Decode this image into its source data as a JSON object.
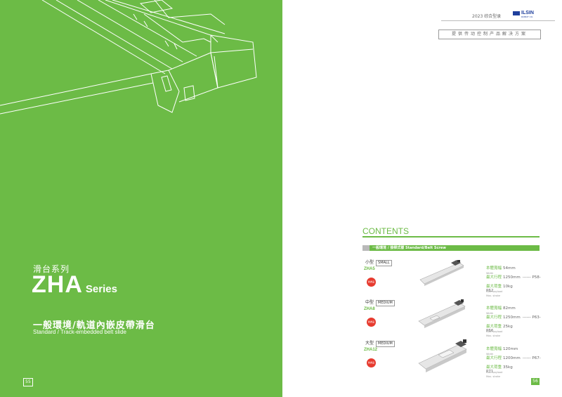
{
  "left_page": {
    "series_cn": "滑台系列",
    "series_name": "ZHA",
    "series_suffix": "Series",
    "title_cn": "一般環境/軌道內嵌皮帶滑台",
    "title_en": "Standard / Track-embedded belt slide",
    "page_number": "55"
  },
  "right_page": {
    "catalog_year": "2023 综合型录",
    "logo_text": "ILSIN",
    "logo_sub": "ROBOT CO.",
    "slogan": "提供传动控制产品解决方案",
    "contents_title": "CONTENTS",
    "section_label": "一般環境 / 接桿式樣 Standard/Belt Screw",
    "page_number": "56",
    "products": [
      {
        "size_cn": "小型",
        "size_en": "SMALL",
        "model": "ZHA5",
        "tag": "新產品",
        "specs": [
          {
            "cn": "本體寬幅",
            "value": "54mm",
            "en": "Width"
          },
          {
            "cn": "最大行程",
            "value": "1250mm",
            "en": "Max. stroke",
            "ref": "------  P58-P62"
          },
          {
            "cn": "最大荷重",
            "value": "10kg",
            "en": "Max. payload"
          }
        ]
      },
      {
        "size_cn": "中型",
        "size_en": "MEDIUM",
        "model": "ZHA8",
        "tag": "新產品",
        "specs": [
          {
            "cn": "本體寬幅",
            "value": "82mm",
            "en": "Width"
          },
          {
            "cn": "最大行程",
            "value": "1250mm",
            "en": "Max. stroke",
            "ref": "------  P63-P66"
          },
          {
            "cn": "最大荷重",
            "value": "25kg",
            "en": "Max. payload"
          }
        ]
      },
      {
        "size_cn": "大型",
        "size_en": "MEDIUM",
        "model": "ZHA12",
        "tag": "新產品",
        "specs": [
          {
            "cn": "本體寬幅",
            "value": "120mm",
            "en": "Width"
          },
          {
            "cn": "最大行程",
            "value": "1200mm",
            "en": "Max. stroke",
            "ref": "------  P67-P71"
          },
          {
            "cn": "最大荷重",
            "value": "35kg",
            "en": "Max. payload"
          }
        ]
      }
    ]
  },
  "colors": {
    "accent_green": "#6cbb46",
    "tag_red": "#e73b2f",
    "logo_blue": "#1f3f9c"
  }
}
